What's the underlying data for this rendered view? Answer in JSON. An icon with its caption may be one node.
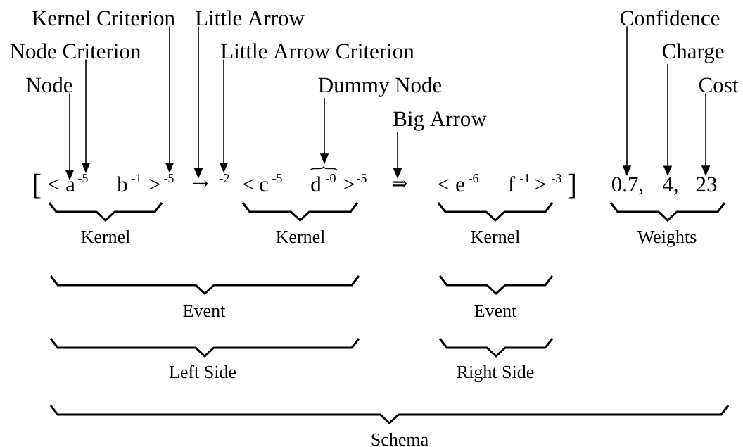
{
  "diagram": {
    "nodes": [
      {
        "text": [
          "Kernel Criterion"
        ]
      },
      {
        "text": [
          "Little Arrow"
        ]
      },
      {
        "text": [
          "Confidence"
        ]
      },
      {
        "text": [
          "Node Criterion"
        ]
      },
      {
        "text": [
          "Little Arrow Criterion"
        ]
      },
      {
        "text": [
          "Charge"
        ]
      },
      {
        "text": [
          "Node"
        ]
      },
      {
        "text": [
          "Dummy Node"
        ]
      },
      {
        "text": [
          "Cost"
        ]
      },
      {
        "text": [
          "Big Arrow"
        ]
      },
      {
        "text": [
          "["
        ]
      },
      {
        "text": [
          "<"
        ]
      },
      {
        "text": [
          "a"
        ]
      },
      {
        "text": [
          "-5"
        ]
      },
      {
        "text": [
          "b"
        ]
      },
      {
        "text": [
          "-1"
        ]
      },
      {
        "text": [
          ">"
        ]
      },
      {
        "text": [
          "-5"
        ]
      },
      {
        "text": [
          "→"
        ]
      },
      {
        "text": [
          "-2"
        ]
      },
      {
        "text": [
          "<"
        ]
      },
      {
        "text": [
          "c"
        ]
      },
      {
        "text": [
          "-5"
        ]
      },
      {
        "text": [
          "d"
        ]
      },
      {
        "text": [
          "-0"
        ]
      },
      {
        "text": [
          ">"
        ]
      },
      {
        "text": [
          "-5"
        ]
      },
      {
        "text": [
          "⇒"
        ]
      },
      {
        "text": [
          "<"
        ]
      },
      {
        "text": [
          "e"
        ]
      },
      {
        "text": [
          "-6"
        ]
      },
      {
        "text": [
          "f"
        ]
      },
      {
        "text": [
          "-1"
        ]
      },
      {
        "text": [
          ">"
        ]
      },
      {
        "text": [
          "-3"
        ]
      },
      {
        "text": [
          "]"
        ]
      },
      {
        "text": [
          "0.7,"
        ]
      },
      {
        "text": [
          "4,"
        ]
      },
      {
        "text": [
          "23"
        ]
      }
    ],
    "edges": [
      {
        "from": 6,
        "to": 12,
        "arrow": "to"
      },
      {
        "from": 3,
        "to": 13,
        "arrow": "to"
      },
      {
        "from": 0,
        "to": 17,
        "arrow": "to"
      },
      {
        "from": 1,
        "to": 18,
        "arrow": "to"
      },
      {
        "from": 4,
        "to": 19,
        "arrow": "to"
      },
      {
        "from": 7,
        "to": 23,
        "arrow": "to"
      },
      {
        "from": 9,
        "to": 27,
        "arrow": "to"
      },
      {
        "from": 2,
        "to": 36,
        "arrow": "to"
      },
      {
        "from": 5,
        "to": 37,
        "arrow": "to"
      },
      {
        "from": 8,
        "to": 38,
        "arrow": "to"
      }
    ],
    "labels": [
      "Kernel",
      "Kernel",
      "Kernel",
      "Weights",
      "Event",
      "Event",
      "Left Side",
      "Right Side",
      "Schema"
    ]
  }
}
